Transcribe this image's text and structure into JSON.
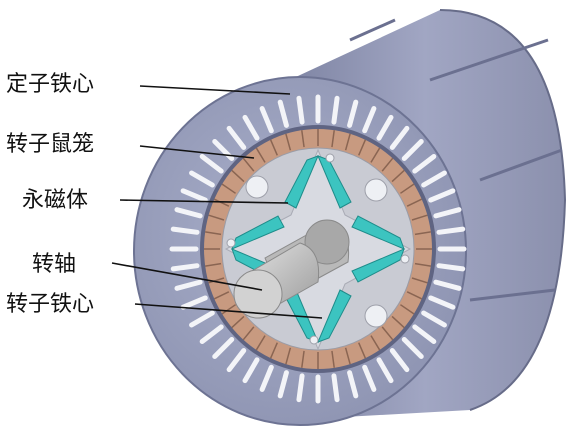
{
  "labels": {
    "stator_core": "定子铁心",
    "rotor_cage": "转子鼠笼",
    "permanent_magnet": "永磁体",
    "shaft": "转轴",
    "rotor_core": "转子铁心"
  },
  "colors": {
    "stator": "#8f95b3",
    "stator_dark": "#6d7393",
    "stator_face": "#a3a8c4",
    "copper_bar": "#c89a80",
    "magnet": "#3cc4c0",
    "rotor_core": "#c9cbd3",
    "shaft": "#c4c4c4"
  }
}
